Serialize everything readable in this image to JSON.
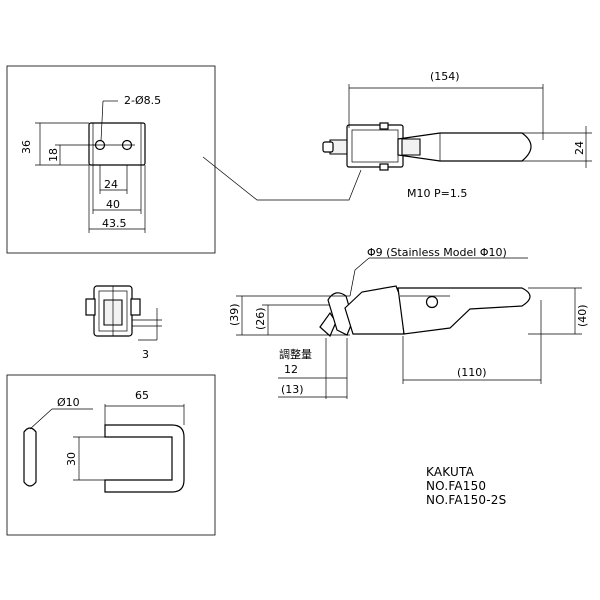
{
  "labels": {
    "top_length": "(154)",
    "top_height": "24",
    "thread": "M10 P=1.5",
    "plate_holes": "2-Ø8.5",
    "plate_h36": "36",
    "plate_h18": "18",
    "plate_w24": "24",
    "plate_w40": "40",
    "plate_w435": "43.5",
    "side_phi": "Φ9 (Stainless Model Φ10)",
    "side_h39": "(39)",
    "side_h26": "(26)",
    "side_h40": "(40)",
    "adjust_label": "調整量",
    "adjust_12": "12",
    "side_110": "(110)",
    "side_13": "(13)",
    "end_3": "3",
    "hook_phi": "Ø10",
    "hook_65": "65",
    "hook_30": "30"
  },
  "title_block": {
    "maker": "KAKUTA",
    "model1": "NO.FA150",
    "model2": "NO.FA150-2S"
  }
}
